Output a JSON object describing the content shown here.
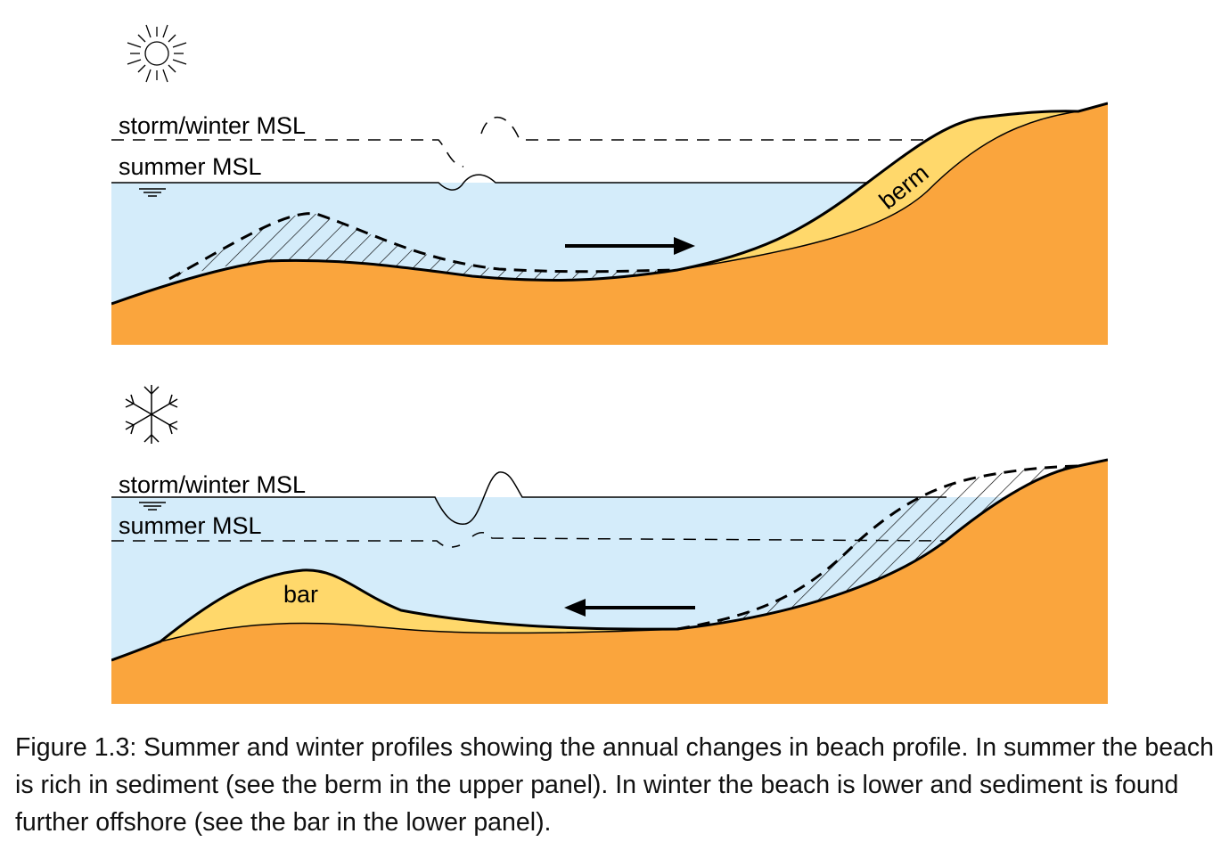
{
  "colors": {
    "water": "#d4ecfa",
    "sand": "#faa53d",
    "sediment": "#ffd86b",
    "line": "#000000"
  },
  "panels": {
    "summer": {
      "icon": "sun-icon",
      "labels": {
        "storm_msl": "storm/winter MSL",
        "summer_msl": "summer MSL",
        "feature": "berm"
      },
      "arrow_direction": "right"
    },
    "winter": {
      "icon": "snowflake-icon",
      "labels": {
        "storm_msl": "storm/winter MSL",
        "summer_msl": "summer MSL",
        "feature": "bar"
      },
      "arrow_direction": "left"
    }
  },
  "caption": "Figure 1.3: Summer and winter profiles showing the annual changes in beach profile. In summer the beach is rich in sediment (see the berm in the upper panel). In winter the beach is lower and sediment is found further offshore (see the bar in the lower panel)."
}
